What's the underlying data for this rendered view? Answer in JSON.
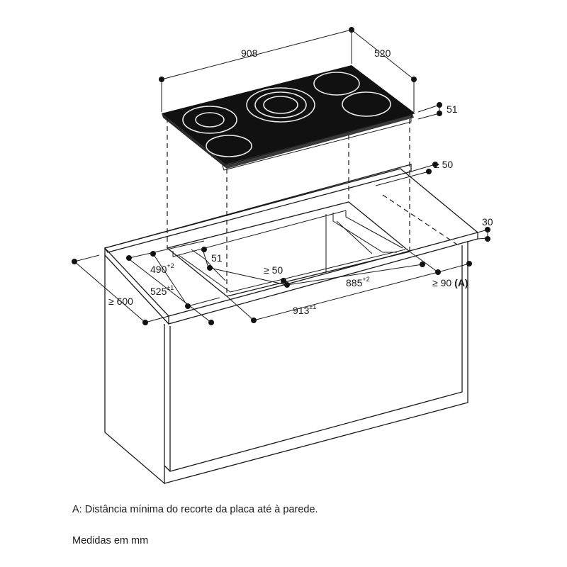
{
  "dimensions": {
    "hob_width": "908",
    "hob_depth": "520",
    "hob_height": "51",
    "rear_clearance": "≥ 50",
    "worktop_thickness": "30",
    "cutout_depth": {
      "value": "490",
      "tolerance": "+2"
    },
    "drop_depth": "51",
    "cutout_offset": {
      "value": "525",
      "tolerance": "±1"
    },
    "cabinet_depth": "≥ 600",
    "front_clearance": "≥ 50",
    "cutout_width": {
      "value": "885",
      "tolerance": "+2"
    },
    "outer_width": {
      "value": "913",
      "tolerance": "±1"
    },
    "wall_distance": {
      "value": "≥ 90",
      "marker": "(A)"
    }
  },
  "notes": {
    "legend_a": "A: Distância mínima do recorte da placa até à parede.",
    "units": "Medidas em mm"
  },
  "colors": {
    "line": "#1a1a1a",
    "cooktop_surface": "#111111",
    "burner_ring": "#e8e8e8"
  }
}
